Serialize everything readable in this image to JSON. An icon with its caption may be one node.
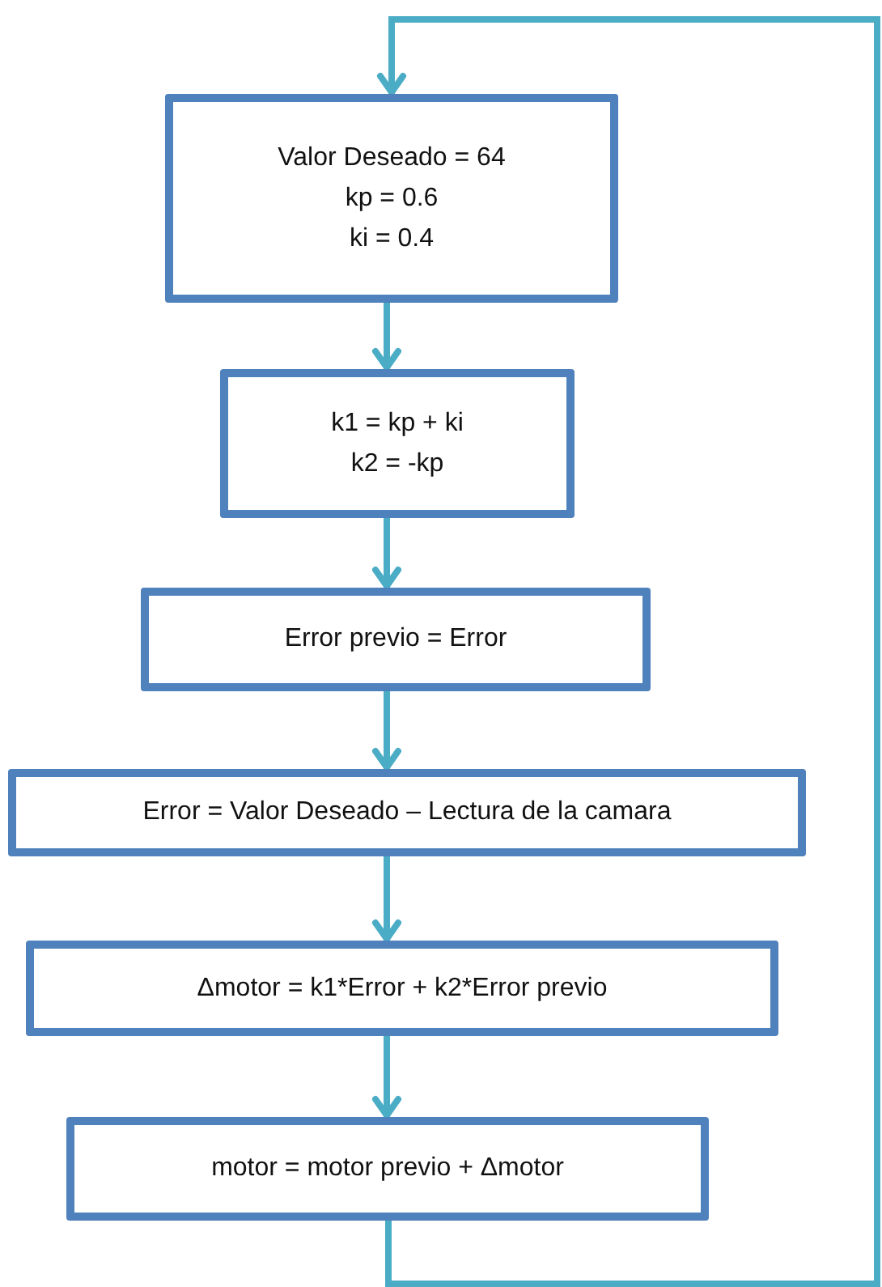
{
  "diagram": {
    "nodes": [
      {
        "text": [
          "Valor Deseado = 64",
          "kp = 0.6",
          "ki = 0.4"
        ]
      },
      {
        "text": [
          "k1 = kp + ki",
          "k2 = -kp"
        ]
      },
      {
        "text": [
          "Error previo = Error"
        ]
      },
      {
        "text": [
          "Error = Valor Deseado – Lectura de la camara"
        ]
      },
      {
        "text": [
          "Δmotor = k1*Error + k2*Error previo"
        ]
      },
      {
        "text": [
          "motor = motor previo + Δmotor"
        ]
      }
    ],
    "edges": [
      {
        "from": 0,
        "to": 1,
        "arrow": "to"
      },
      {
        "from": 1,
        "to": 2,
        "arrow": "to"
      },
      {
        "from": 2,
        "to": 3,
        "arrow": "to"
      },
      {
        "from": 3,
        "to": 4,
        "arrow": "to"
      },
      {
        "from": 4,
        "to": 5,
        "arrow": "to"
      },
      {
        "from": 5,
        "to": 0,
        "arrow": "to"
      }
    ]
  }
}
